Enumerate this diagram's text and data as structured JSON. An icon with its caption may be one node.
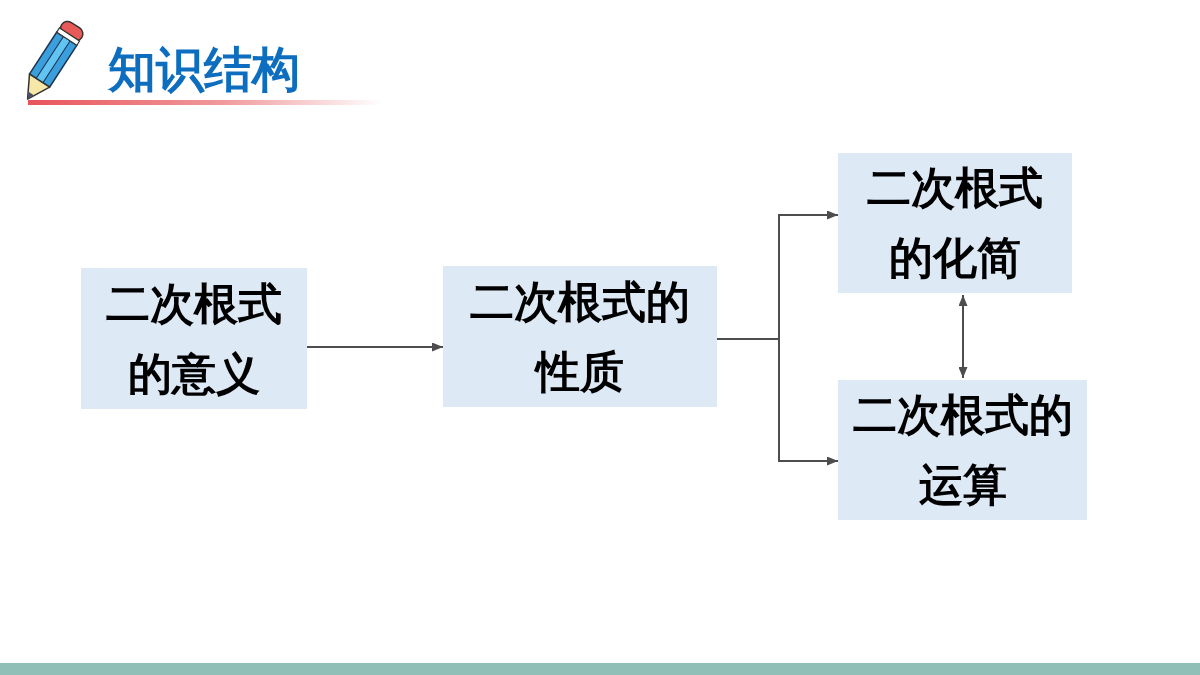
{
  "diagram": {
    "title": "知识结构",
    "nodes": [
      {
        "text": [
          "二次根式的意义"
        ]
      },
      {
        "text": [
          "二次根式的性质"
        ]
      },
      {
        "text": [
          "二次根式的化简"
        ]
      },
      {
        "text": [
          "二次根式的运算"
        ]
      }
    ],
    "edges": [
      {
        "from": 0,
        "to": 1,
        "arrow": "to"
      },
      {
        "from": 1,
        "to": 2,
        "arrow": "to"
      },
      {
        "from": 1,
        "to": 3,
        "arrow": "to"
      },
      {
        "from": 2,
        "to": 3,
        "arrow": "both"
      }
    ]
  }
}
